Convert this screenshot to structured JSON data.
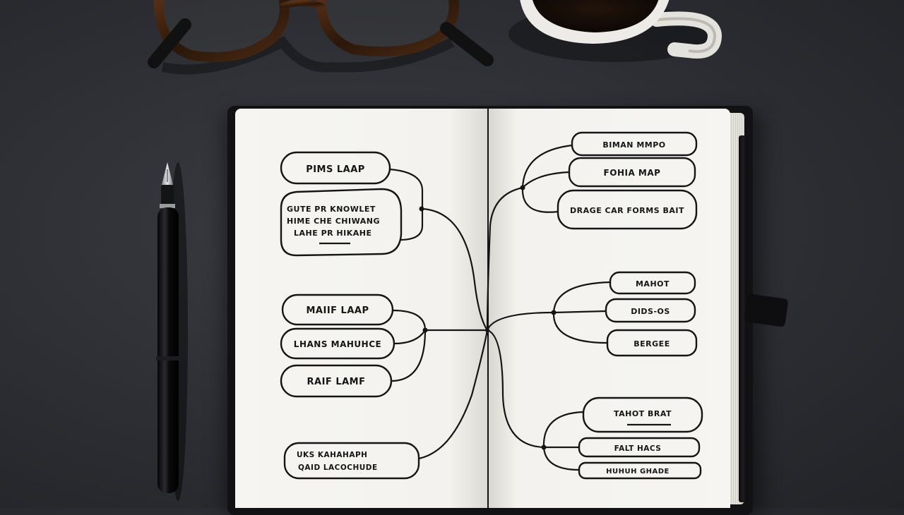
{
  "scene": {
    "colors": {
      "desk": "#2c2e33",
      "paper": "#f4f3ef",
      "ink": "#151515",
      "notebook_cover": "#121214",
      "glasses_frame": "#3a2114",
      "mug": "#e8e6e1",
      "coffee": "#1a0f08"
    }
  },
  "objects": {
    "glasses": {
      "icon": "eyeglasses-icon"
    },
    "mug": {
      "icon": "coffee-mug-icon"
    },
    "pen": {
      "icon": "fountain-pen-icon"
    },
    "notebook": {
      "icon": "notebook-icon"
    }
  },
  "mind_map": {
    "left_page": {
      "node_1": "PIMS LAAP",
      "node_2_lines": [
        "GUTE PR KNOWLET",
        "HIME CHE CHIWANG",
        "LAHE PR HIKAHE"
      ],
      "node_3": "MAIIF LAAP",
      "node_4": "LHANS MAHUHCE",
      "node_5": "RAIF LAMF",
      "node_6_lines": [
        "UKS KAHAHAPH",
        "QAID LACOCHUDE"
      ]
    },
    "right_page": {
      "node_1": "BIMAN MMPO",
      "node_2": "FOHIA MAP",
      "node_3": "DRAGE CAR FORMS BAIT",
      "node_4": "MAHOT",
      "node_5": "DIDS-OS",
      "node_6": "BERGEE",
      "node_7": "TAHOT BRAT",
      "node_8": "FALT HACS",
      "node_9": "HUHUH GHADE"
    }
  }
}
